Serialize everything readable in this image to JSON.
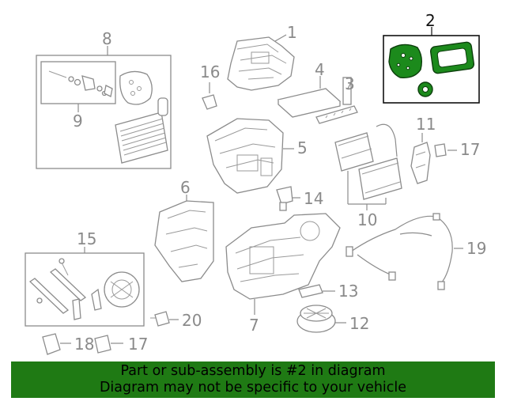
{
  "callouts": {
    "c1": "1",
    "c2": "2",
    "c3": "3",
    "c4": "4",
    "c5": "5",
    "c6": "6",
    "c7": "7",
    "c8": "8",
    "c9": "9",
    "c10": "10",
    "c11": "11",
    "c12": "12",
    "c13": "13",
    "c14": "14",
    "c15": "15",
    "c16": "16",
    "c17a": "17",
    "c17b": "17",
    "c18": "18",
    "c19": "19",
    "c20": "20"
  },
  "highlighted_part": "2",
  "colors": {
    "highlight_fill": "#1c8a1c",
    "banner_bg": "#1f7a14",
    "line_gray": "#8c8c8c"
  },
  "banner": {
    "line1": "Part or sub-assembly is #2 in diagram",
    "line2": "Diagram may not be specific to your vehicle"
  }
}
